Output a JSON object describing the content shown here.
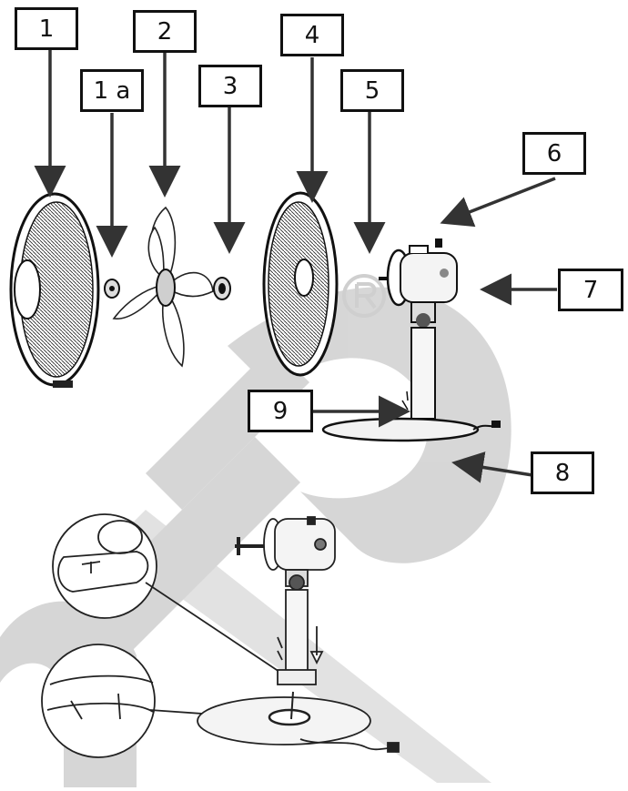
{
  "callouts": [
    {
      "id": "1",
      "text": "1"
    },
    {
      "id": "1a",
      "text": "1 a"
    },
    {
      "id": "2",
      "text": "2"
    },
    {
      "id": "3",
      "text": "3"
    },
    {
      "id": "4",
      "text": "4"
    },
    {
      "id": "5",
      "text": "5"
    },
    {
      "id": "6",
      "text": "6"
    },
    {
      "id": "7",
      "text": "7"
    },
    {
      "id": "8",
      "text": "8"
    },
    {
      "id": "9",
      "text": "9"
    }
  ],
  "watermark": {
    "text": "ALP",
    "color": "#cfcfcf"
  },
  "colors": {
    "line": "#1a1a1a",
    "arrow": "#333333",
    "part_fill": "#e9e9e9"
  }
}
